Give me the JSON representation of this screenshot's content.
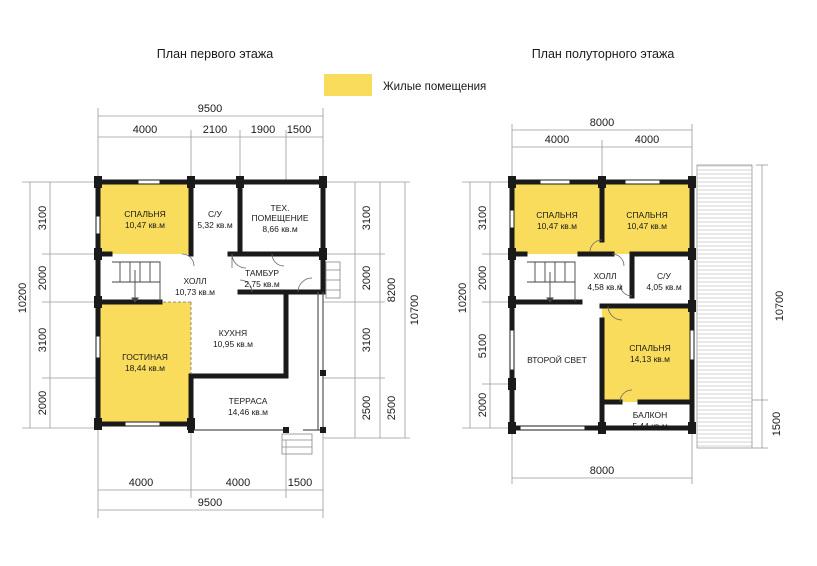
{
  "titles": {
    "first_floor": "План первого этажа",
    "half_floor": "План полуторного этажа"
  },
  "legend": {
    "label": "Жилые помещения",
    "color": "#f9dc5c"
  },
  "colors": {
    "living": "#f9dc5c",
    "wall": "#1a1a1a",
    "dim_line": "#9a9a9a"
  },
  "plan1": {
    "dims": {
      "top_total": "9500",
      "top_seg1": "4000",
      "top_seg2": "2100",
      "top_seg3": "1900",
      "top_seg4": "1500",
      "bottom_seg1": "4000",
      "bottom_seg2": "4000",
      "bottom_seg3": "1500",
      "bottom_total": "9500",
      "left_total": "10200",
      "left_seg1": "3100",
      "left_seg2": "2000",
      "left_seg3": "3100",
      "left_seg4": "2000",
      "right_seg1": "3100",
      "right_seg2": "2000",
      "right_seg3": "3100",
      "right_seg4": "2500",
      "right_seg5": "2500",
      "right_mid": "8200",
      "right_total": "10700"
    },
    "rooms": {
      "bedroom_name": "СПАЛЬНЯ",
      "bedroom_area": "10,47 кв.м",
      "bath_name": "С/У",
      "bath_area": "5,32 кв.м",
      "tech_name1": "ТЕХ.",
      "tech_name2": "ПОМЕЩЕНИЕ",
      "tech_area": "8,66 кв.м",
      "hall_name": "ХОЛЛ",
      "hall_area": "10,73 кв.м",
      "vestibule_name": "ТАМБУР",
      "vestibule_area": "2,75 кв.м",
      "kitchen_name": "КУХНЯ",
      "kitchen_area": "10,95 кв.м",
      "living_name": "ГОСТИНАЯ",
      "living_area": "18,44 кв.м",
      "terrace_name": "ТЕРРАСА",
      "terrace_area": "14,46 кв.м"
    }
  },
  "plan2": {
    "dims": {
      "top_total": "8000",
      "top_seg1": "4000",
      "top_seg2": "4000",
      "bottom_total": "8000",
      "left_total": "10200",
      "left_seg1": "3100",
      "left_seg2": "2000",
      "left_seg3": "5100",
      "left_seg4": "2000",
      "right_total": "10700",
      "right_seg": "1500"
    },
    "rooms": {
      "bedroom1_name": "СПАЛЬНЯ",
      "bedroom1_area": "10,47 кв.м",
      "bedroom2_name": "СПАЛЬНЯ",
      "bedroom2_area": "10,47 кв.м",
      "hall_name": "ХОЛЛ",
      "hall_area": "4,58 кв.м",
      "bath_name": "С/У",
      "bath_area": "4,05 кв.м",
      "second_light": "ВТОРОЙ СВЕТ",
      "bedroom3_name": "СПАЛЬНЯ",
      "bedroom3_area": "14,13 кв.м",
      "balcony_name": "БАЛКОН",
      "balcony_area": "5,44 кв.м"
    }
  }
}
